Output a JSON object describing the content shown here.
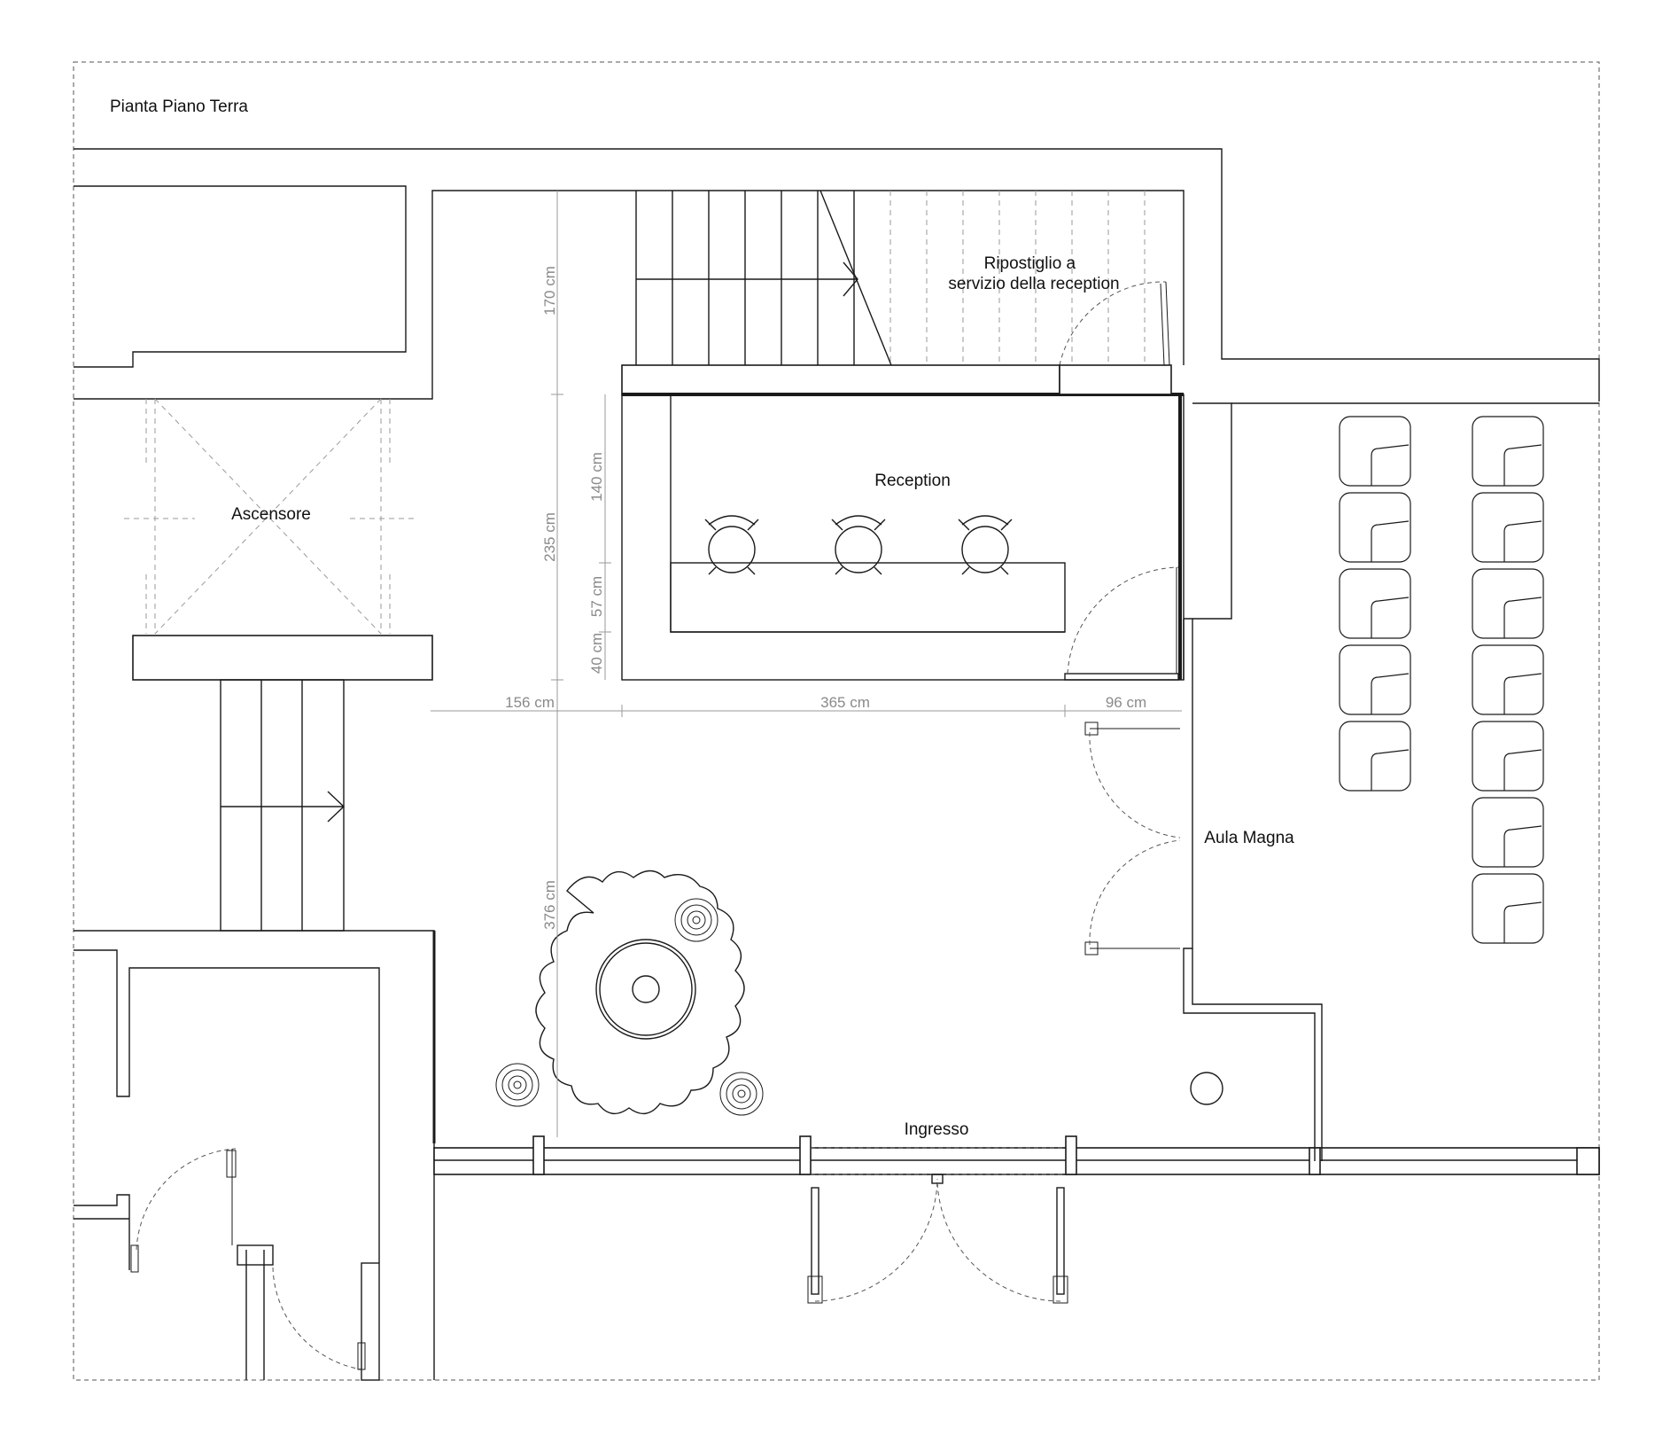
{
  "title": "Pianta Piano Terra",
  "rooms": {
    "storage": "Ripostiglio a\nservizio della reception",
    "reception": "Reception",
    "elevator": "Ascensore",
    "hall": "Aula Magna",
    "entrance": "Ingresso"
  },
  "dimensions": {
    "d170": "170 cm",
    "d235": "235 cm",
    "d140": "140 cm",
    "d57": "57 cm",
    "d40": "40 cm",
    "d156": "156 cm",
    "d365": "365 cm",
    "d96": "96 cm",
    "d376": "376 cm"
  },
  "colors": {
    "line": "#1a1a1a",
    "dimension": "#8a8a8a",
    "background": "#ffffff"
  }
}
